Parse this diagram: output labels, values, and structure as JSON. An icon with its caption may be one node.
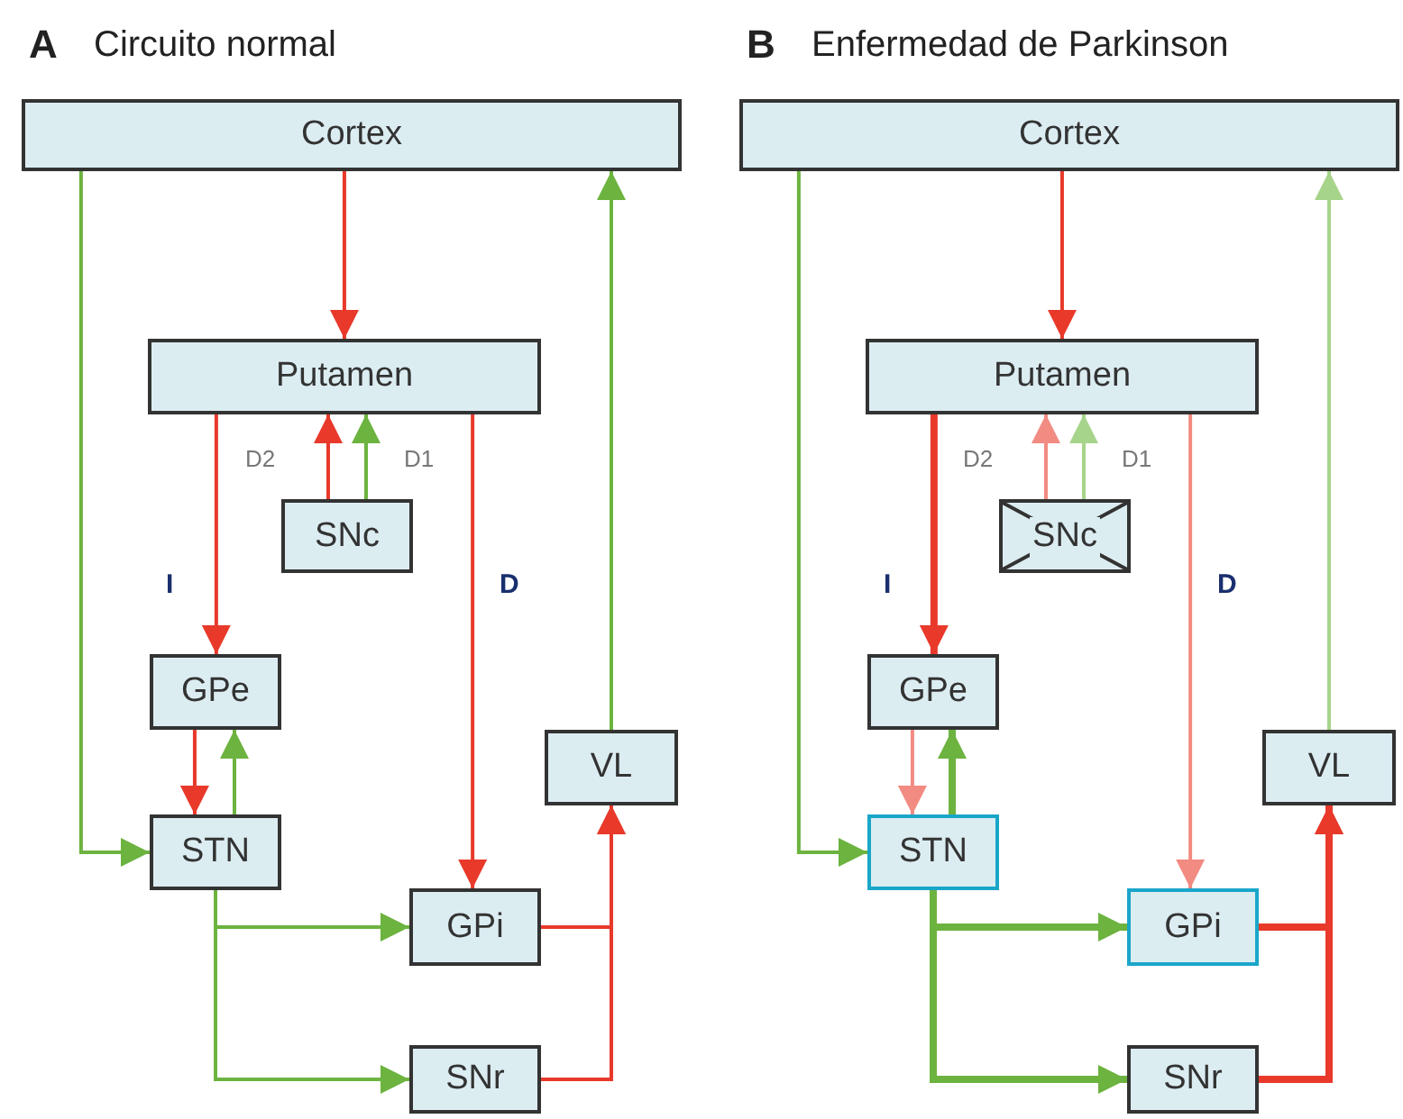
{
  "diagram": {
    "nodes": [
      {
        "text": [
          "Cortex"
        ]
      },
      {
        "text": [
          "Putamen"
        ]
      },
      {
        "text": [
          "SNc"
        ]
      },
      {
        "text": [
          "GPe"
        ]
      },
      {
        "text": [
          "STN"
        ]
      },
      {
        "text": [
          "GPi"
        ]
      },
      {
        "text": [
          "VL"
        ]
      },
      {
        "text": [
          "SNr"
        ]
      },
      {
        "text": [
          "Cortex"
        ]
      },
      {
        "text": [
          "Putamen"
        ]
      },
      {
        "text": [
          "SNc"
        ]
      },
      {
        "text": [
          "GPe"
        ]
      },
      {
        "text": [
          "STN"
        ]
      },
      {
        "text": [
          "GPi"
        ]
      },
      {
        "text": [
          "VL"
        ]
      },
      {
        "text": [
          "SNr"
        ]
      }
    ],
    "edges": [
      {
        "from": 0,
        "to": 1,
        "arrow": "to",
        "color": "#e8392b"
      },
      {
        "from": 0,
        "to": 4,
        "arrow": "to",
        "color": "#6cb33f"
      },
      {
        "from": 6,
        "to": 0,
        "arrow": "to",
        "color": "#6cb33f"
      },
      {
        "from": 1,
        "to": 3,
        "arrow": "to",
        "color": "#e8392b"
      },
      {
        "from": 2,
        "to": 1,
        "arrow": "to",
        "color": "#e8392b"
      },
      {
        "from": 2,
        "to": 1,
        "arrow": "to",
        "color": "#6cb33f"
      },
      {
        "from": 1,
        "to": 5,
        "arrow": "to",
        "color": "#e8392b"
      },
      {
        "from": 3,
        "to": 4,
        "arrow": "to",
        "color": "#e8392b"
      },
      {
        "from": 4,
        "to": 3,
        "arrow": "to",
        "color": "#6cb33f"
      },
      {
        "from": 4,
        "to": 5,
        "arrow": "to",
        "color": "#6cb33f"
      },
      {
        "from": 4,
        "to": 7,
        "arrow": "to",
        "color": "#6cb33f"
      },
      {
        "from": 5,
        "to": 6,
        "arrow": "to",
        "color": "#e8392b"
      },
      {
        "from": 7,
        "to": 6,
        "arrow": "to",
        "color": "#e8392b"
      },
      {
        "from": 8,
        "to": 9,
        "arrow": "to",
        "color": "#e8392b"
      },
      {
        "from": 8,
        "to": 12,
        "arrow": "to",
        "color": "#6cb33f"
      },
      {
        "from": 14,
        "to": 8,
        "arrow": "to",
        "color": "#a6d48a"
      },
      {
        "from": 9,
        "to": 11,
        "arrow": "to",
        "style": "thick",
        "color": "#e8392b"
      },
      {
        "from": 10,
        "to": 9,
        "arrow": "to",
        "color": "#f28b82"
      },
      {
        "from": 10,
        "to": 9,
        "arrow": "to",
        "color": "#a6d48a"
      },
      {
        "from": 9,
        "to": 13,
        "arrow": "to",
        "color": "#f28b82"
      },
      {
        "from": 11,
        "to": 12,
        "arrow": "to",
        "color": "#f28b82"
      },
      {
        "from": 12,
        "to": 11,
        "arrow": "to",
        "style": "thick",
        "color": "#6cb33f"
      },
      {
        "from": 12,
        "to": 13,
        "arrow": "to",
        "style": "thick",
        "color": "#6cb33f"
      },
      {
        "from": 12,
        "to": 15,
        "arrow": "to",
        "style": "thick",
        "color": "#6cb33f"
      },
      {
        "from": 13,
        "to": 14,
        "arrow": "to",
        "style": "thick",
        "color": "#e8392b"
      },
      {
        "from": 15,
        "to": 14,
        "arrow": "to",
        "style": "thick",
        "color": "#e8392b"
      }
    ],
    "labels": [
      "A",
      "Circuito normal",
      "D2",
      "D1",
      "I",
      "D",
      "B",
      "Enfermedad de Parkinson",
      "D2",
      "D1",
      "I",
      "D"
    ]
  }
}
